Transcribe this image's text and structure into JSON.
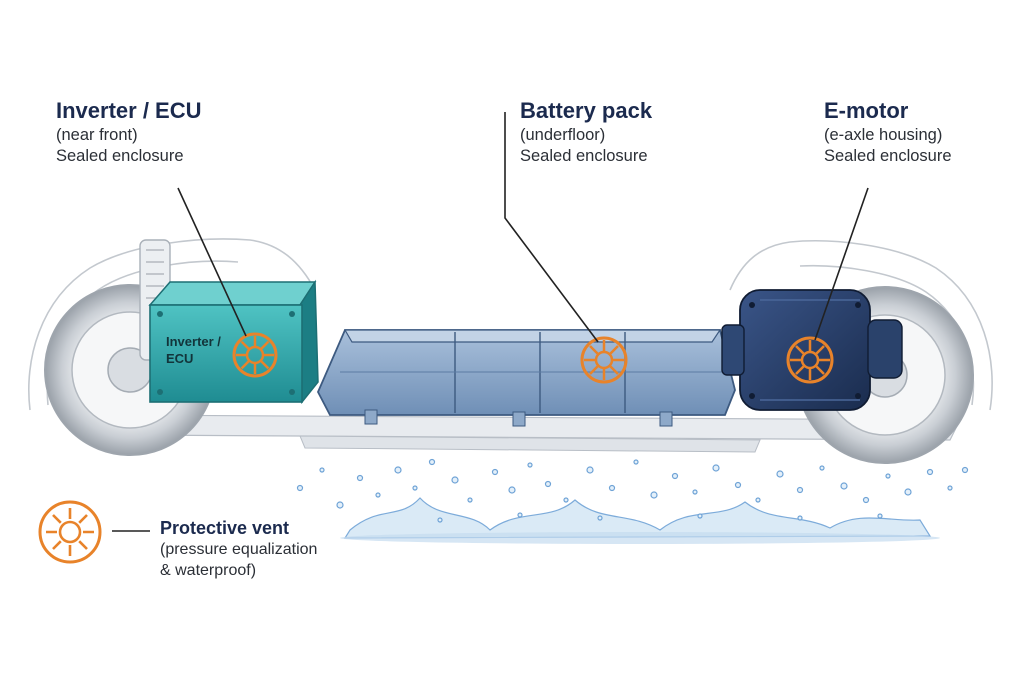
{
  "callouts": {
    "inverter": {
      "title": "Inverter / ECU",
      "line1": "(near front)",
      "line2": "Sealed enclosure",
      "box_label_line1": "Inverter /",
      "box_label_line2": "ECU"
    },
    "battery": {
      "title": "Battery pack",
      "line1": "(underfloor)",
      "line2": "Sealed enclosure"
    },
    "motor": {
      "title": "E-motor",
      "line1": "(e-axle housing)",
      "line2": "Sealed enclosure"
    }
  },
  "legend": {
    "icon": "vent-sun-icon",
    "title": "Protective vent",
    "line1": "(pressure equalization",
    "line2": "& waterproof)"
  },
  "colors": {
    "inverter": "#2aa3a6",
    "battery": "#7f9fc2",
    "motor": "#233a63",
    "vent": "#e8832a",
    "water": "#6fa3d6",
    "title_text": "#1b2a4e"
  }
}
